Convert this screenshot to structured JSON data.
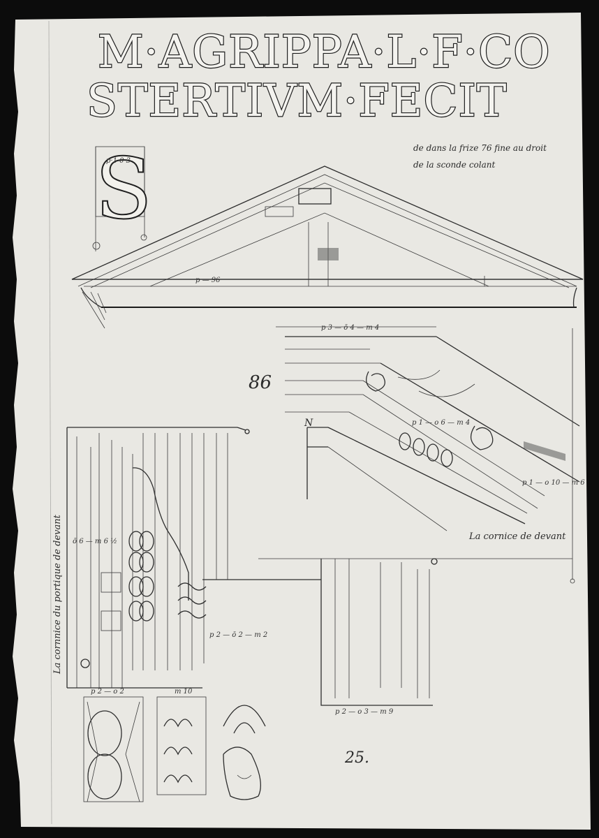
{
  "inscription": {
    "line1": "M·AGRIPPA·L·F·CO",
    "line2": "STERTIVM·FECIT"
  },
  "letter_study": {
    "letter": "S",
    "note": "p·1 0 3"
  },
  "notes": {
    "top_right_1": "de dans la frize 76 fine au droit",
    "top_right_2": "de la sconde colant",
    "number_86": "86",
    "left_vertical": "La cornnice du portique de devant",
    "right_caption": "La cornice de devant",
    "letter_N": "N",
    "signature": "25."
  },
  "dimensions": {
    "pediment": "p — 96",
    "cornice_top": "p 3  — ō 4  — m 4",
    "cornice_mid": "p 1 — o 6 — m 4",
    "cornice_low": "p 1 — o 10 — m 6",
    "profile_bottom_left": "p 2 — o 2",
    "profile_mid": "p 2 — ō 2 — m 2",
    "profile_bottom_right": "p 2 — o 3 — m 9",
    "left_a": "ō 6 — m 6 ½",
    "left_b": "m 10"
  }
}
